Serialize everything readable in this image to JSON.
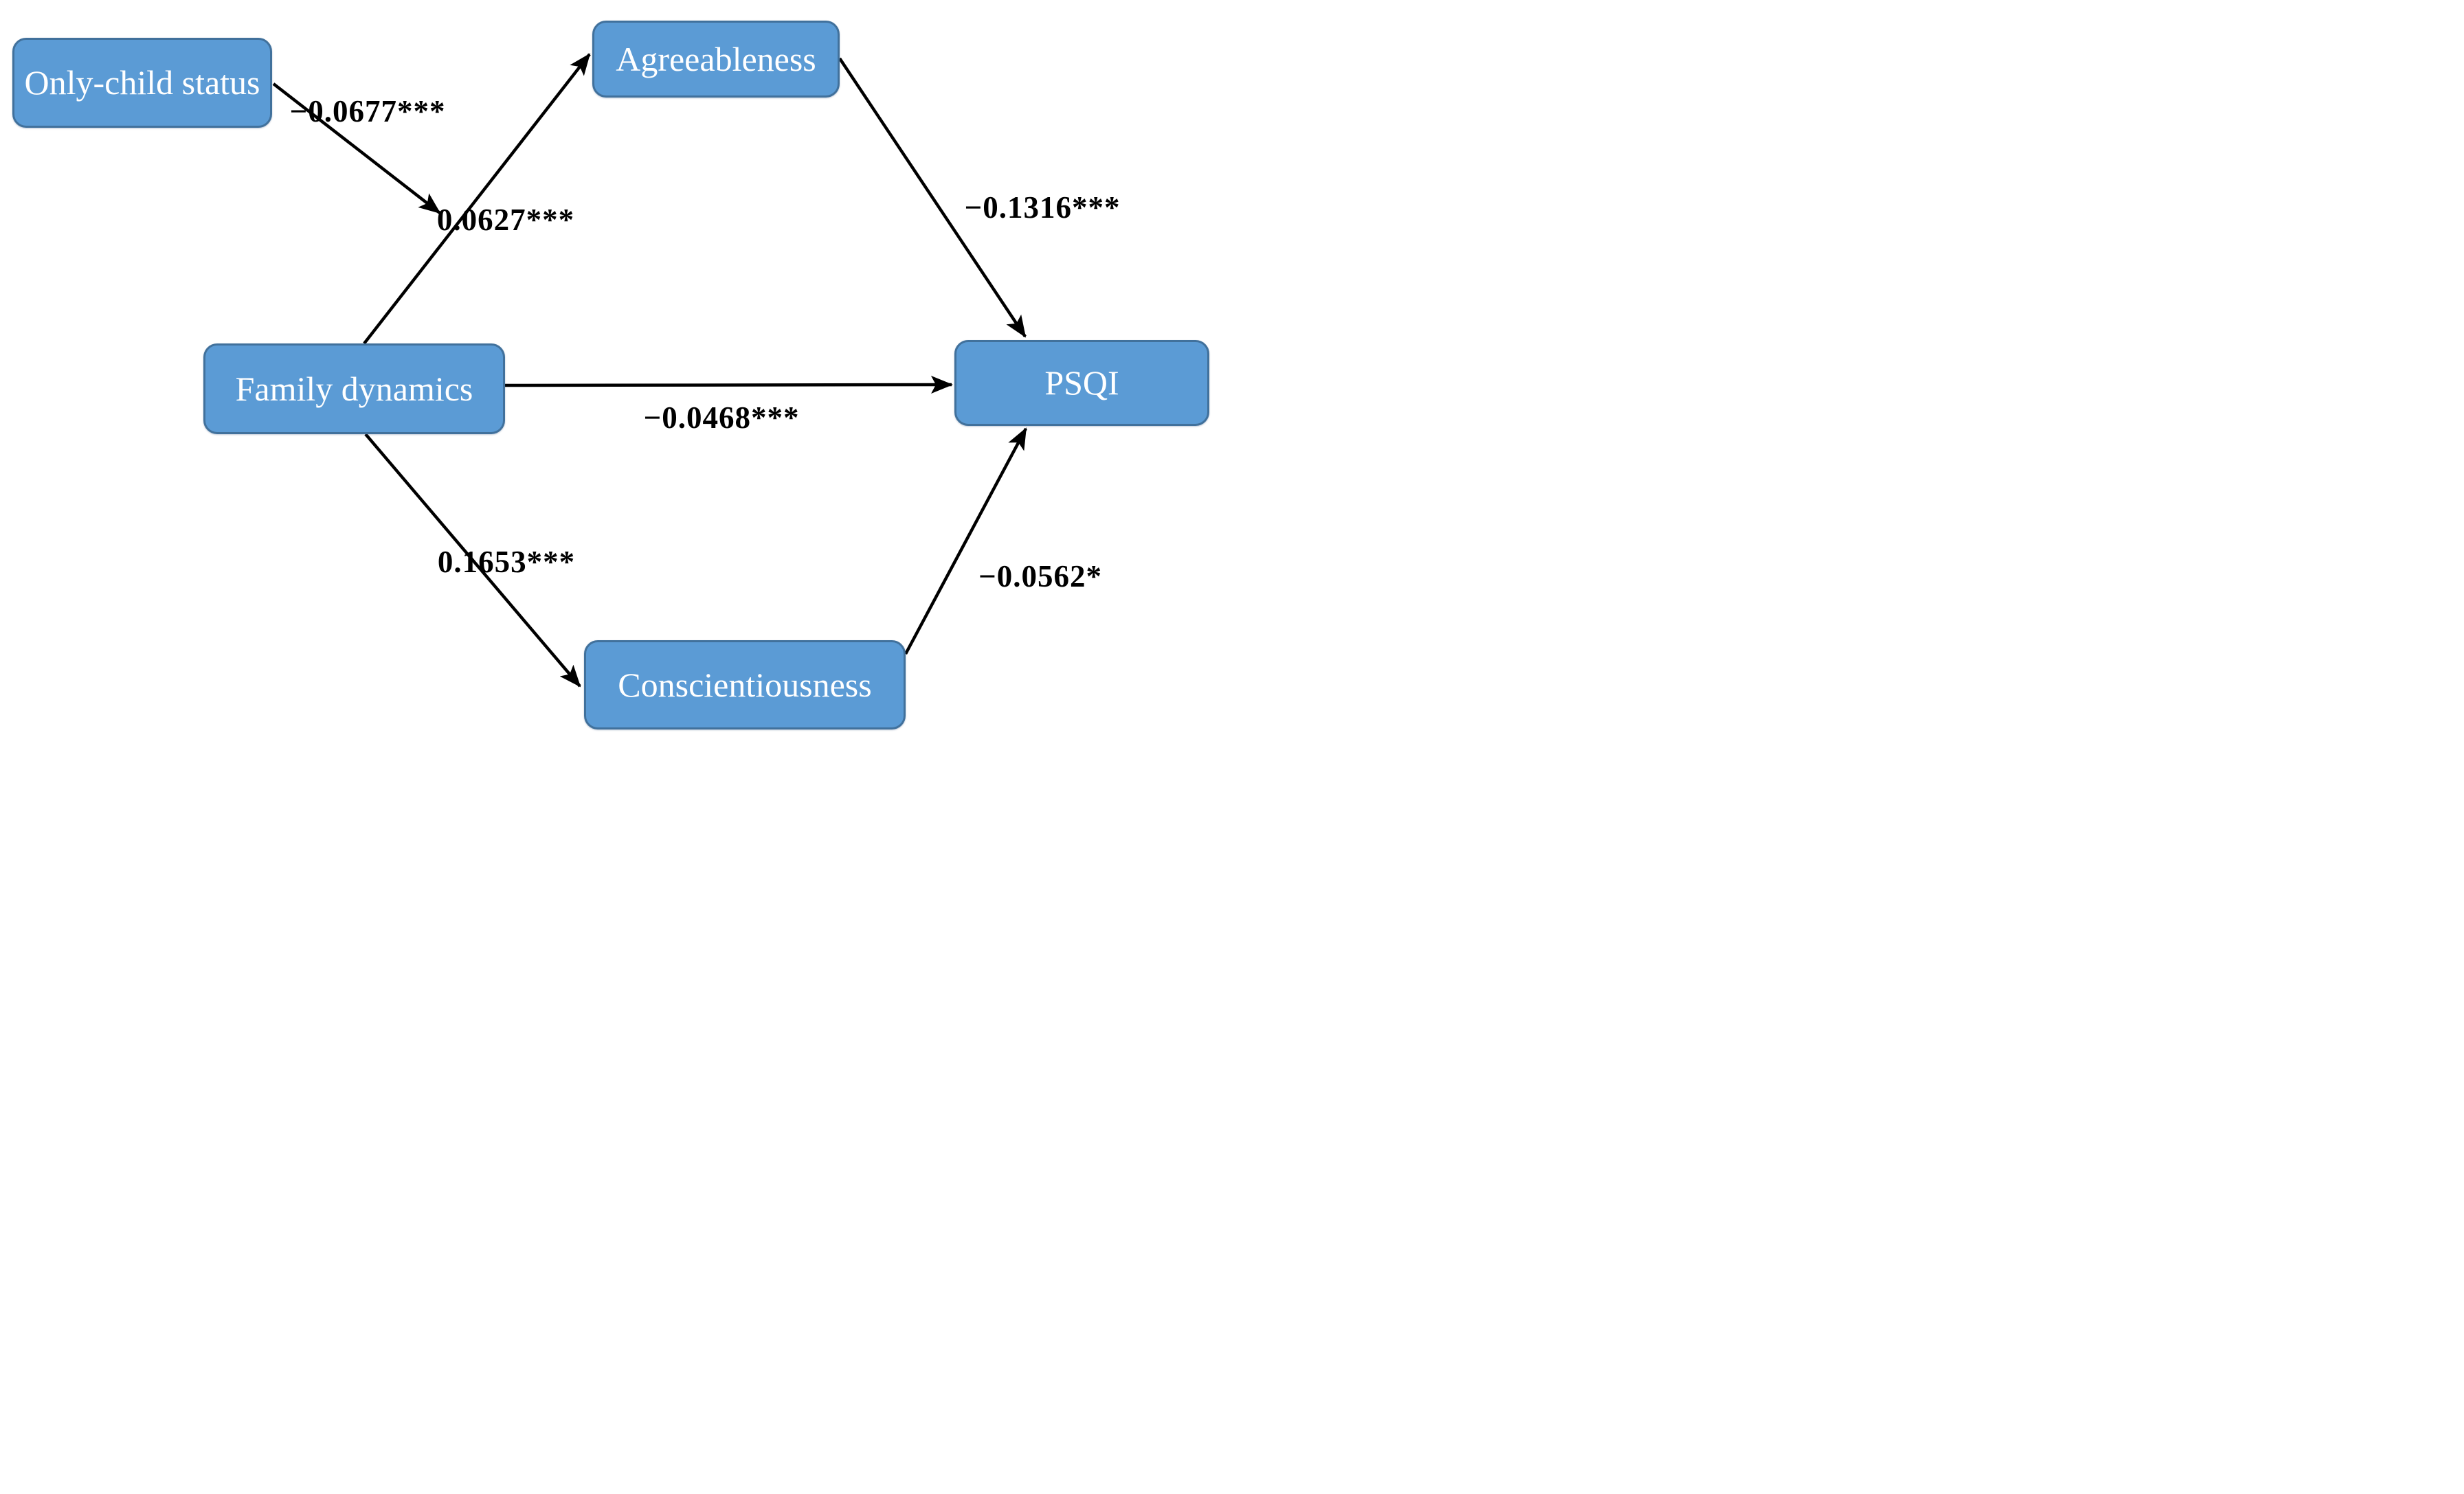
{
  "diagram": {
    "title": "Mediation path model of family dynamics, personality traits and sleep quality (PSQI)",
    "colors": {
      "node_fill": "#5b9bd5",
      "node_border": "#41719c",
      "node_text": "#ffffff",
      "arrow": "#000000",
      "coefficient_text": "#000000",
      "background": "#ffffff"
    },
    "nodes": {
      "only_child": {
        "label": "Only-child status"
      },
      "agreeableness": {
        "label": "Agreeableness"
      },
      "family": {
        "label": "Family dynamics"
      },
      "psqi": {
        "label": "PSQI"
      },
      "conscientiousness": {
        "label": "Conscientiousness"
      }
    },
    "edges": [
      {
        "from": "Only-child status",
        "to": "Family dynamics",
        "coefficient": -0.0677,
        "significance": "***",
        "label": "−0.0677***"
      },
      {
        "from": "Family dynamics",
        "to": "Agreeableness",
        "coefficient": 0.0627,
        "significance": "***",
        "label": "0.0627***"
      },
      {
        "from": "Agreeableness",
        "to": "PSQI",
        "coefficient": -0.1316,
        "significance": "***",
        "label": "−0.1316***"
      },
      {
        "from": "Family dynamics",
        "to": "PSQI",
        "coefficient": -0.0468,
        "significance": "***",
        "label": "−0.0468***"
      },
      {
        "from": "Family dynamics",
        "to": "Conscientiousness",
        "coefficient": 0.1653,
        "significance": "***",
        "label": "0.1653***"
      },
      {
        "from": "Conscientiousness",
        "to": "PSQI",
        "coefficient": -0.0562,
        "significance": "*",
        "label": "−0.0562*"
      }
    ]
  }
}
